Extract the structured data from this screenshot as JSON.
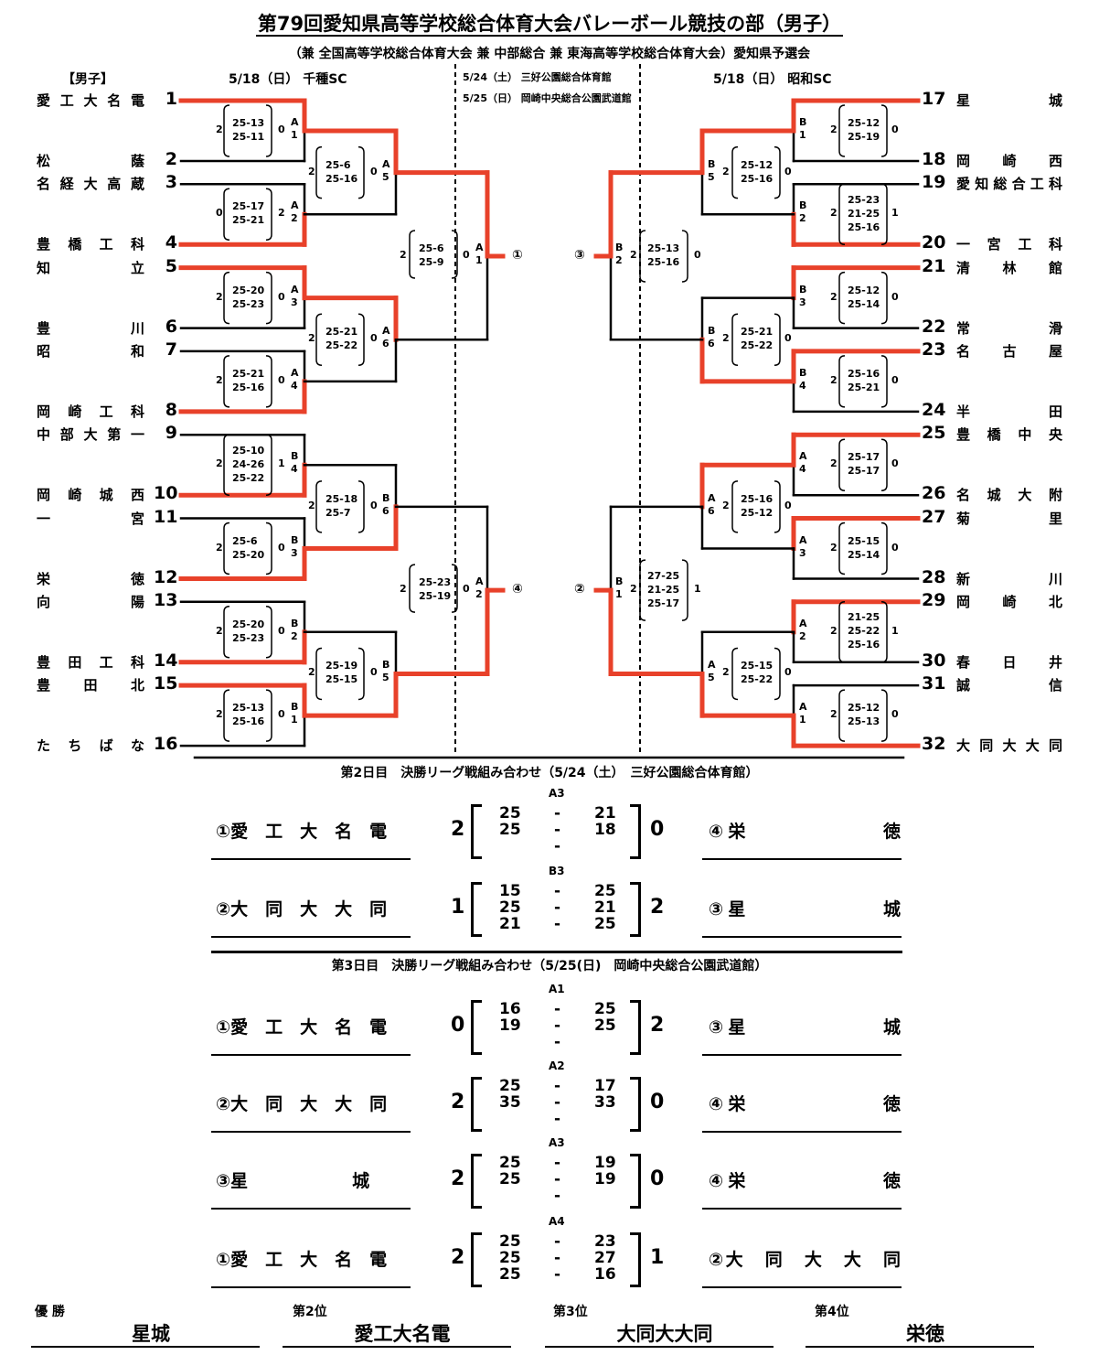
{
  "title": "第79回愛知県高等学校総合体育大会バレーボール競技の部（男子）",
  "subtitle": "（兼 全国高等学校総合体育大会 兼 中部総合 兼 東海高等学校総合体育大会）愛知県予選会",
  "section_label": "【男子】",
  "venue_left": "5/18（日） 千種SC",
  "venue_right": "5/18（日） 昭和SC",
  "venue_center_1": "5/24（土） 三好公園総合体育館",
  "venue_center_2": "5/25（日） 岡崎中央総合公園武道館",
  "left_teams": [
    {
      "name": "愛工大名電",
      "num": "1"
    },
    {
      "name": "松　　蔭",
      "num": "2"
    },
    {
      "name": "名経大高蔵",
      "num": "3"
    },
    {
      "name": "豊橋工科",
      "num": "4"
    },
    {
      "name": "知　　立",
      "num": "5"
    },
    {
      "name": "豊　　川",
      "num": "6"
    },
    {
      "name": "昭　　和",
      "num": "7"
    },
    {
      "name": "岡崎工科",
      "num": "8"
    },
    {
      "name": "中部大第一",
      "num": "9"
    },
    {
      "name": "岡崎城西",
      "num": "10"
    },
    {
      "name": "一　　宮",
      "num": "11"
    },
    {
      "name": "栄　　徳",
      "num": "12"
    },
    {
      "name": "向　　陽",
      "num": "13"
    },
    {
      "name": "豊田工科",
      "num": "14"
    },
    {
      "name": "豊　田　北",
      "num": "15"
    },
    {
      "name": "たちばな",
      "num": "16"
    }
  ],
  "right_teams": [
    {
      "name": "星　　城",
      "num": "17"
    },
    {
      "name": "岡　崎　西",
      "num": "18"
    },
    {
      "name": "愛知総合工科",
      "num": "19"
    },
    {
      "name": "一宮工科",
      "num": "20"
    },
    {
      "name": "清　林　館",
      "num": "21"
    },
    {
      "name": "常　　滑",
      "num": "22"
    },
    {
      "name": "名　古　屋",
      "num": "23"
    },
    {
      "name": "半　　田",
      "num": "24"
    },
    {
      "name": "豊橋中央",
      "num": "25"
    },
    {
      "name": "名城大附",
      "num": "26"
    },
    {
      "name": "菊　　里",
      "num": "27"
    },
    {
      "name": "新　　川",
      "num": "28"
    },
    {
      "name": "岡　崎　北",
      "num": "29"
    },
    {
      "name": "春　日　井",
      "num": "30"
    },
    {
      "name": "誠　　信",
      "num": "31"
    },
    {
      "name": "大同大大同",
      "num": "32"
    }
  ],
  "left_r1": [
    {
      "code": [
        "A",
        "1"
      ],
      "sets": [
        "2",
        "0"
      ],
      "scores": [
        "25-13",
        "25-11"
      ]
    },
    {
      "code": [
        "A",
        "2"
      ],
      "sets": [
        "0",
        "2"
      ],
      "scores": [
        "25-17",
        "25-21"
      ]
    },
    {
      "code": [
        "A",
        "3"
      ],
      "sets": [
        "2",
        "0"
      ],
      "scores": [
        "25-20",
        "25-23"
      ]
    },
    {
      "code": [
        "A",
        "4"
      ],
      "sets": [
        "2",
        "0"
      ],
      "scores": [
        "25-21",
        "25-16"
      ]
    },
    {
      "code": [
        "B",
        "4"
      ],
      "sets": [
        "2",
        "1"
      ],
      "scores": [
        "25-10",
        "24-26",
        "25-22"
      ]
    },
    {
      "code": [
        "B",
        "3"
      ],
      "sets": [
        "2",
        "0"
      ],
      "scores": [
        "25-6",
        "25-20"
      ]
    },
    {
      "code": [
        "B",
        "2"
      ],
      "sets": [
        "2",
        "0"
      ],
      "scores": [
        "25-20",
        "25-23"
      ]
    },
    {
      "code": [
        "B",
        "1"
      ],
      "sets": [
        "2",
        "0"
      ],
      "scores": [
        "25-13",
        "25-16"
      ]
    }
  ],
  "left_r2": [
    {
      "code": [
        "A",
        "5"
      ],
      "sets": [
        "2",
        "0"
      ],
      "scores": [
        "25-6",
        "25-16"
      ]
    },
    {
      "code": [
        "A",
        "6"
      ],
      "sets": [
        "2",
        "0"
      ],
      "scores": [
        "25-21",
        "25-22"
      ]
    },
    {
      "code": [
        "B",
        "6"
      ],
      "sets": [
        "2",
        "0"
      ],
      "scores": [
        "25-18",
        "25-7"
      ]
    },
    {
      "code": [
        "B",
        "5"
      ],
      "sets": [
        "2",
        "0"
      ],
      "scores": [
        "25-19",
        "25-15"
      ]
    }
  ],
  "left_r3": [
    {
      "code": [
        "A",
        "1"
      ],
      "sets": [
        "2",
        "0"
      ],
      "scores": [
        "25-6",
        "25-9"
      ]
    },
    {
      "code": [
        "A",
        "2"
      ],
      "sets": [
        "2",
        "0"
      ],
      "scores": [
        "25-23",
        "25-19"
      ]
    }
  ],
  "right_r1": [
    {
      "code": [
        "B",
        "1"
      ],
      "sets": [
        "2",
        "0"
      ],
      "scores": [
        "25-12",
        "25-19"
      ]
    },
    {
      "code": [
        "B",
        "2"
      ],
      "sets": [
        "2",
        "1"
      ],
      "scores": [
        "25-23",
        "21-25",
        "25-16"
      ]
    },
    {
      "code": [
        "B",
        "3"
      ],
      "sets": [
        "2",
        "0"
      ],
      "scores": [
        "25-12",
        "25-14"
      ]
    },
    {
      "code": [
        "B",
        "4"
      ],
      "sets": [
        "2",
        "0"
      ],
      "scores": [
        "25-16",
        "25-21"
      ]
    },
    {
      "code": [
        "A",
        "4"
      ],
      "sets": [
        "2",
        "0"
      ],
      "scores": [
        "25-17",
        "25-17"
      ]
    },
    {
      "code": [
        "A",
        "3"
      ],
      "sets": [
        "2",
        "0"
      ],
      "scores": [
        "25-15",
        "25-14"
      ]
    },
    {
      "code": [
        "A",
        "2"
      ],
      "sets": [
        "2",
        "1"
      ],
      "scores": [
        "21-25",
        "25-22",
        "25-16"
      ]
    },
    {
      "code": [
        "A",
        "1"
      ],
      "sets": [
        "2",
        "0"
      ],
      "scores": [
        "25-12",
        "25-13"
      ]
    }
  ],
  "right_r2": [
    {
      "code": [
        "B",
        "5"
      ],
      "sets": [
        "2",
        "0"
      ],
      "scores": [
        "25-12",
        "25-16"
      ]
    },
    {
      "code": [
        "B",
        "6"
      ],
      "sets": [
        "2",
        "0"
      ],
      "scores": [
        "25-21",
        "25-22"
      ]
    },
    {
      "code": [
        "A",
        "6"
      ],
      "sets": [
        "2",
        "0"
      ],
      "scores": [
        "25-16",
        "25-12"
      ]
    },
    {
      "code": [
        "A",
        "5"
      ],
      "sets": [
        "2",
        "0"
      ],
      "scores": [
        "25-15",
        "25-22"
      ]
    }
  ],
  "right_r3": [
    {
      "code": [
        "B",
        "2"
      ],
      "sets": [
        "2",
        "0"
      ],
      "scores": [
        "25-13",
        "25-16"
      ]
    },
    {
      "code": [
        "B",
        "1"
      ],
      "sets": [
        "2",
        "1"
      ],
      "scores": [
        "27-25",
        "21-25",
        "25-17"
      ]
    }
  ],
  "bracket_marks": {
    "l_top": "①",
    "l_bot": "④",
    "r_top": "③",
    "r_bot": "②"
  },
  "day2_title": "第2日目　決勝リーグ戦組み合わせ（5/24（土）　三好公園総合体育館）",
  "day3_title": "第3日目　決勝リーグ戦組み合わせ（5/25(日)　岡崎中央総合公園武道館）",
  "finals": [
    {
      "code": "A3",
      "left": "①愛　工　大　名　電",
      "left_sets": "2",
      "right_sets": "0",
      "right": "④栄　　　　　　徳",
      "rows": [
        [
          "25",
          "21"
        ],
        [
          "25",
          "18"
        ],
        [
          "",
          ""
        ]
      ]
    },
    {
      "code": "B3",
      "left": "②大　同　大　大　同",
      "left_sets": "1",
      "right_sets": "2",
      "right": "③星　　　　　　城",
      "rows": [
        [
          "15",
          "25"
        ],
        [
          "25",
          "21"
        ],
        [
          "21",
          "25"
        ]
      ]
    },
    {
      "code": "A1",
      "left": "①愛　工　大　名　電",
      "left_sets": "0",
      "right_sets": "2",
      "right": "③星　　　　　　城",
      "rows": [
        [
          "16",
          "25"
        ],
        [
          "19",
          "25"
        ],
        [
          "",
          ""
        ]
      ]
    },
    {
      "code": "A2",
      "left": "②大　同　大　大　同",
      "left_sets": "2",
      "right_sets": "0",
      "right": "④栄　　　　　　徳",
      "rows": [
        [
          "25",
          "17"
        ],
        [
          "35",
          "33"
        ],
        [
          "",
          ""
        ]
      ]
    },
    {
      "code": "A3",
      "left": "③星　　　　　　城",
      "left_sets": "2",
      "right_sets": "0",
      "right": "④栄　　　　　　徳",
      "rows": [
        [
          "25",
          "19"
        ],
        [
          "25",
          "19"
        ],
        [
          "",
          ""
        ]
      ]
    },
    {
      "code": "A4",
      "left": "①愛　工　大　名　電",
      "left_sets": "2",
      "right_sets": "1",
      "right": "②大　同　大　大　同",
      "rows": [
        [
          "25",
          "23"
        ],
        [
          "25",
          "27"
        ],
        [
          "25",
          "16"
        ]
      ]
    }
  ],
  "rankings": [
    {
      "label": "優 勝",
      "name": "星城"
    },
    {
      "label": "第2位",
      "name": "愛工大名電"
    },
    {
      "label": "第3位",
      "name": "大同大大同"
    },
    {
      "label": "第4位",
      "name": "栄徳"
    }
  ],
  "colors": {
    "win": "#e8412a",
    "line": "#000000"
  }
}
